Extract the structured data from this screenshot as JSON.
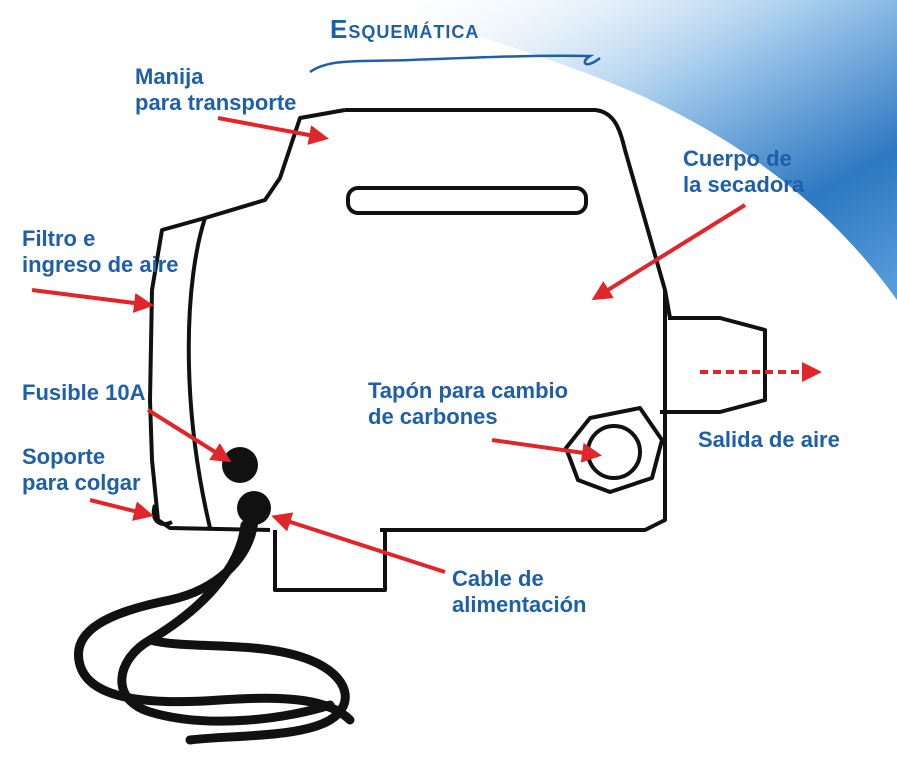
{
  "title": "Esquemática",
  "labels": {
    "handle": [
      "Manija",
      "para transporte"
    ],
    "body": [
      "Cuerpo de",
      "la secadora"
    ],
    "filter": [
      "Filtro e",
      "ingreso de aire"
    ],
    "fuse": "Fusible 10A",
    "hanger": [
      "Soporte",
      "para colgar"
    ],
    "carbon_cap": [
      "Tapón para cambio",
      "de carbones"
    ],
    "outlet": "Salida de aire",
    "cable": [
      "Cable de",
      "alimentación"
    ]
  },
  "colors": {
    "label_text": "#1f5fa8",
    "arrow": "#e0262b",
    "outline": "#111111",
    "banner": "#3f86c9"
  }
}
